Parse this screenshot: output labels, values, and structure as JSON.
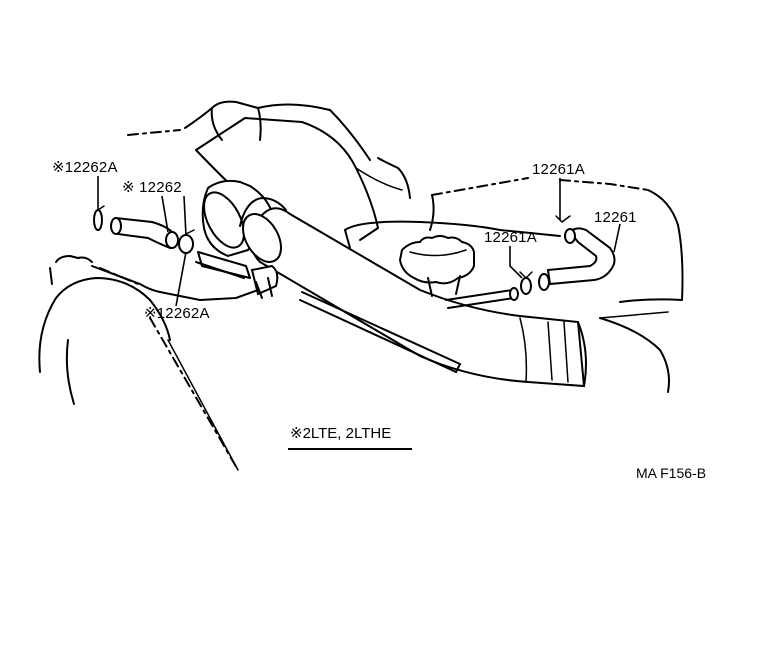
{
  "diagram": {
    "labels": {
      "part_12262A_top": "※12262A",
      "part_12262": "※ 12262",
      "part_12262A_bottom": "※12262A",
      "part_12261A_top": "12261A",
      "part_12261A_mid": "12261A",
      "part_12261": "12261"
    },
    "engine_note": "※2LTE, 2LTHE",
    "figure_code": "MA F156-B"
  }
}
